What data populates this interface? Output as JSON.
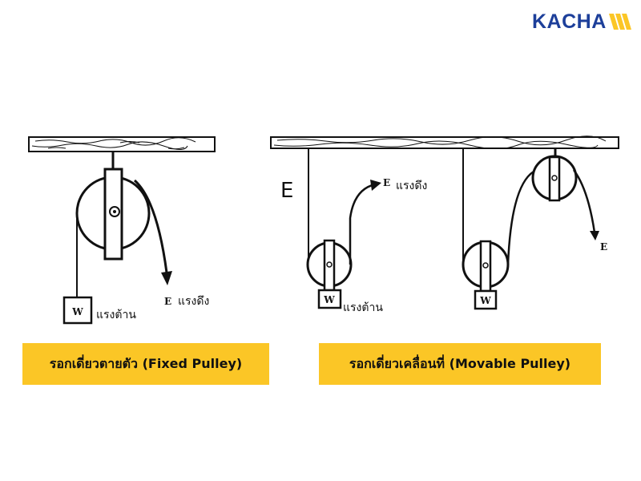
{
  "brand": {
    "logo_text": "KACHA",
    "color": "#1d3f9a",
    "accent": "#fbc626"
  },
  "fixed_pulley": {
    "caption": "รอกเดี่ยวตายตัว (Fixed Pulley)",
    "weight_label": "W",
    "effort_label": "E",
    "effort_text": "แรงดึง",
    "resistance_text": "แรงต้าน"
  },
  "movable_pulley": {
    "caption": "รอกเดี่ยวเคลื่อนที่ (Movable Pulley)",
    "anchor_label": "E",
    "effort_label": "E",
    "effort_text": "แรงดึง",
    "weight_label": "W",
    "resistance_text": "แรงต้าน",
    "combo_weight_label": "W",
    "combo_effort_label": "E"
  }
}
